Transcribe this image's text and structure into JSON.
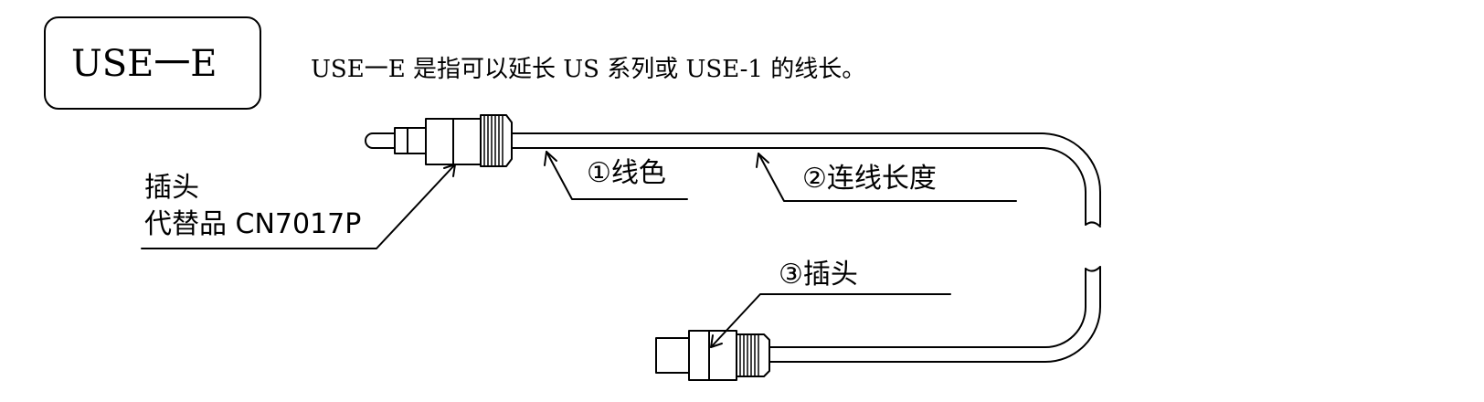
{
  "title": "USE一E",
  "description": "USE一E 是指可以延长 US 系列或 USE-1 的线长。",
  "labels": {
    "plug_left_line1": "插头",
    "plug_left_line2": "代替品 CN7017P",
    "wire_color": "①线色",
    "cable_length": "②连线长度",
    "plug_right": "③插头"
  }
}
